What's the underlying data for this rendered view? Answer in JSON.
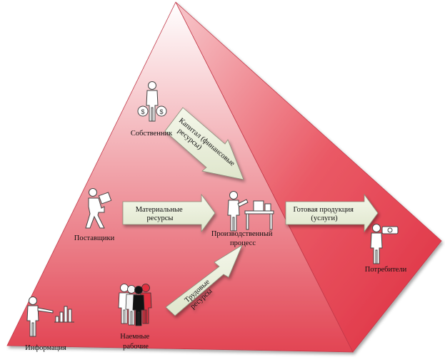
{
  "nodes": {
    "owner": "Собственник",
    "suppliers": "Поставщики",
    "information": "Информация",
    "workers_line1": "Наемные",
    "workers_line2": "рабочие",
    "process_line1": "Производственный",
    "process_line2": "процесс",
    "consumers": "Потребители"
  },
  "arrows": {
    "capital_line1": "Капитал (финансовые",
    "capital_line2": "ресурсы)",
    "materials_line1": "Материальные",
    "materials_line2": "ресурсы",
    "labor_line1": "Трудовые",
    "labor_line2": "ресурсы",
    "product_line1": "Готовая продукция",
    "product_line2": "(услуги)"
  },
  "colors": {
    "pyramid_face_left": "#e8525e",
    "pyramid_face_right": "#e53c4c",
    "arrow_fill": "#e6ecd6",
    "figure": "#ffffff"
  },
  "icons": {
    "owner": "person-with-money-bags-icon",
    "suppliers": "person-carrying-box-icon",
    "information": "person-pointing-at-chart-icon",
    "workers": "group-of-people-icon",
    "process": "person-at-workbench-icon",
    "consumers": "person-holding-money-icon"
  }
}
